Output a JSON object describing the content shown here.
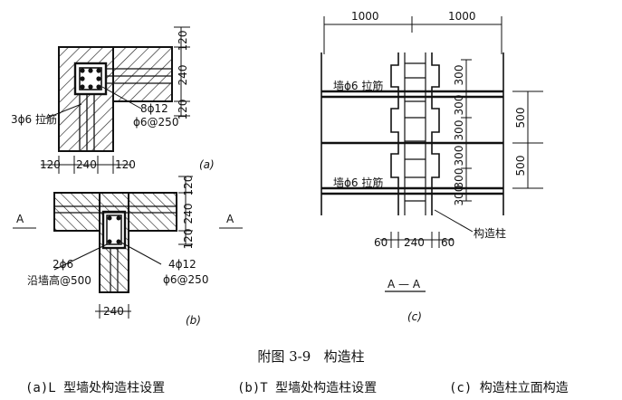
{
  "figure": {
    "title": "附图 3-9   构造柱",
    "subcaptions": {
      "a": "(a)L 型墙处构造柱设置",
      "b": "(b)T 型墙处构造柱设置",
      "c": "(c) 构造柱立面构造"
    }
  },
  "panel_a": {
    "label": "(a)",
    "dims_right": [
      "120",
      "240",
      "120"
    ],
    "dims_bottom": [
      "120",
      "240",
      "120"
    ],
    "rebar_main": "8ϕ12",
    "stirrup": "ϕ6@250",
    "tie_bars": "3ϕ6 拉筋"
  },
  "panel_b": {
    "label": "(b)",
    "section_mark": "A",
    "dims_right": [
      "120",
      "240",
      "120"
    ],
    "dims_bottom": [
      "240"
    ],
    "tie_bars": "2ϕ6",
    "tie_spacing": "沿墙高@500",
    "rebar_main": "4ϕ12",
    "stirrup": "ϕ6@250"
  },
  "panel_c": {
    "label": "(c)",
    "section_label": "A — A",
    "dims_top": [
      "1000",
      "1000"
    ],
    "tie_label": "墙ϕ6 拉筋",
    "dims_vertical_300": [
      "300",
      "300",
      "300",
      "300",
      "300",
      "300"
    ],
    "dims_vertical_500": [
      "500",
      "500"
    ],
    "dims_bottom": [
      "60",
      "240",
      "60"
    ],
    "column_label": "构造柱"
  },
  "colors": {
    "ink": "#111111",
    "background": "#ffffff"
  }
}
